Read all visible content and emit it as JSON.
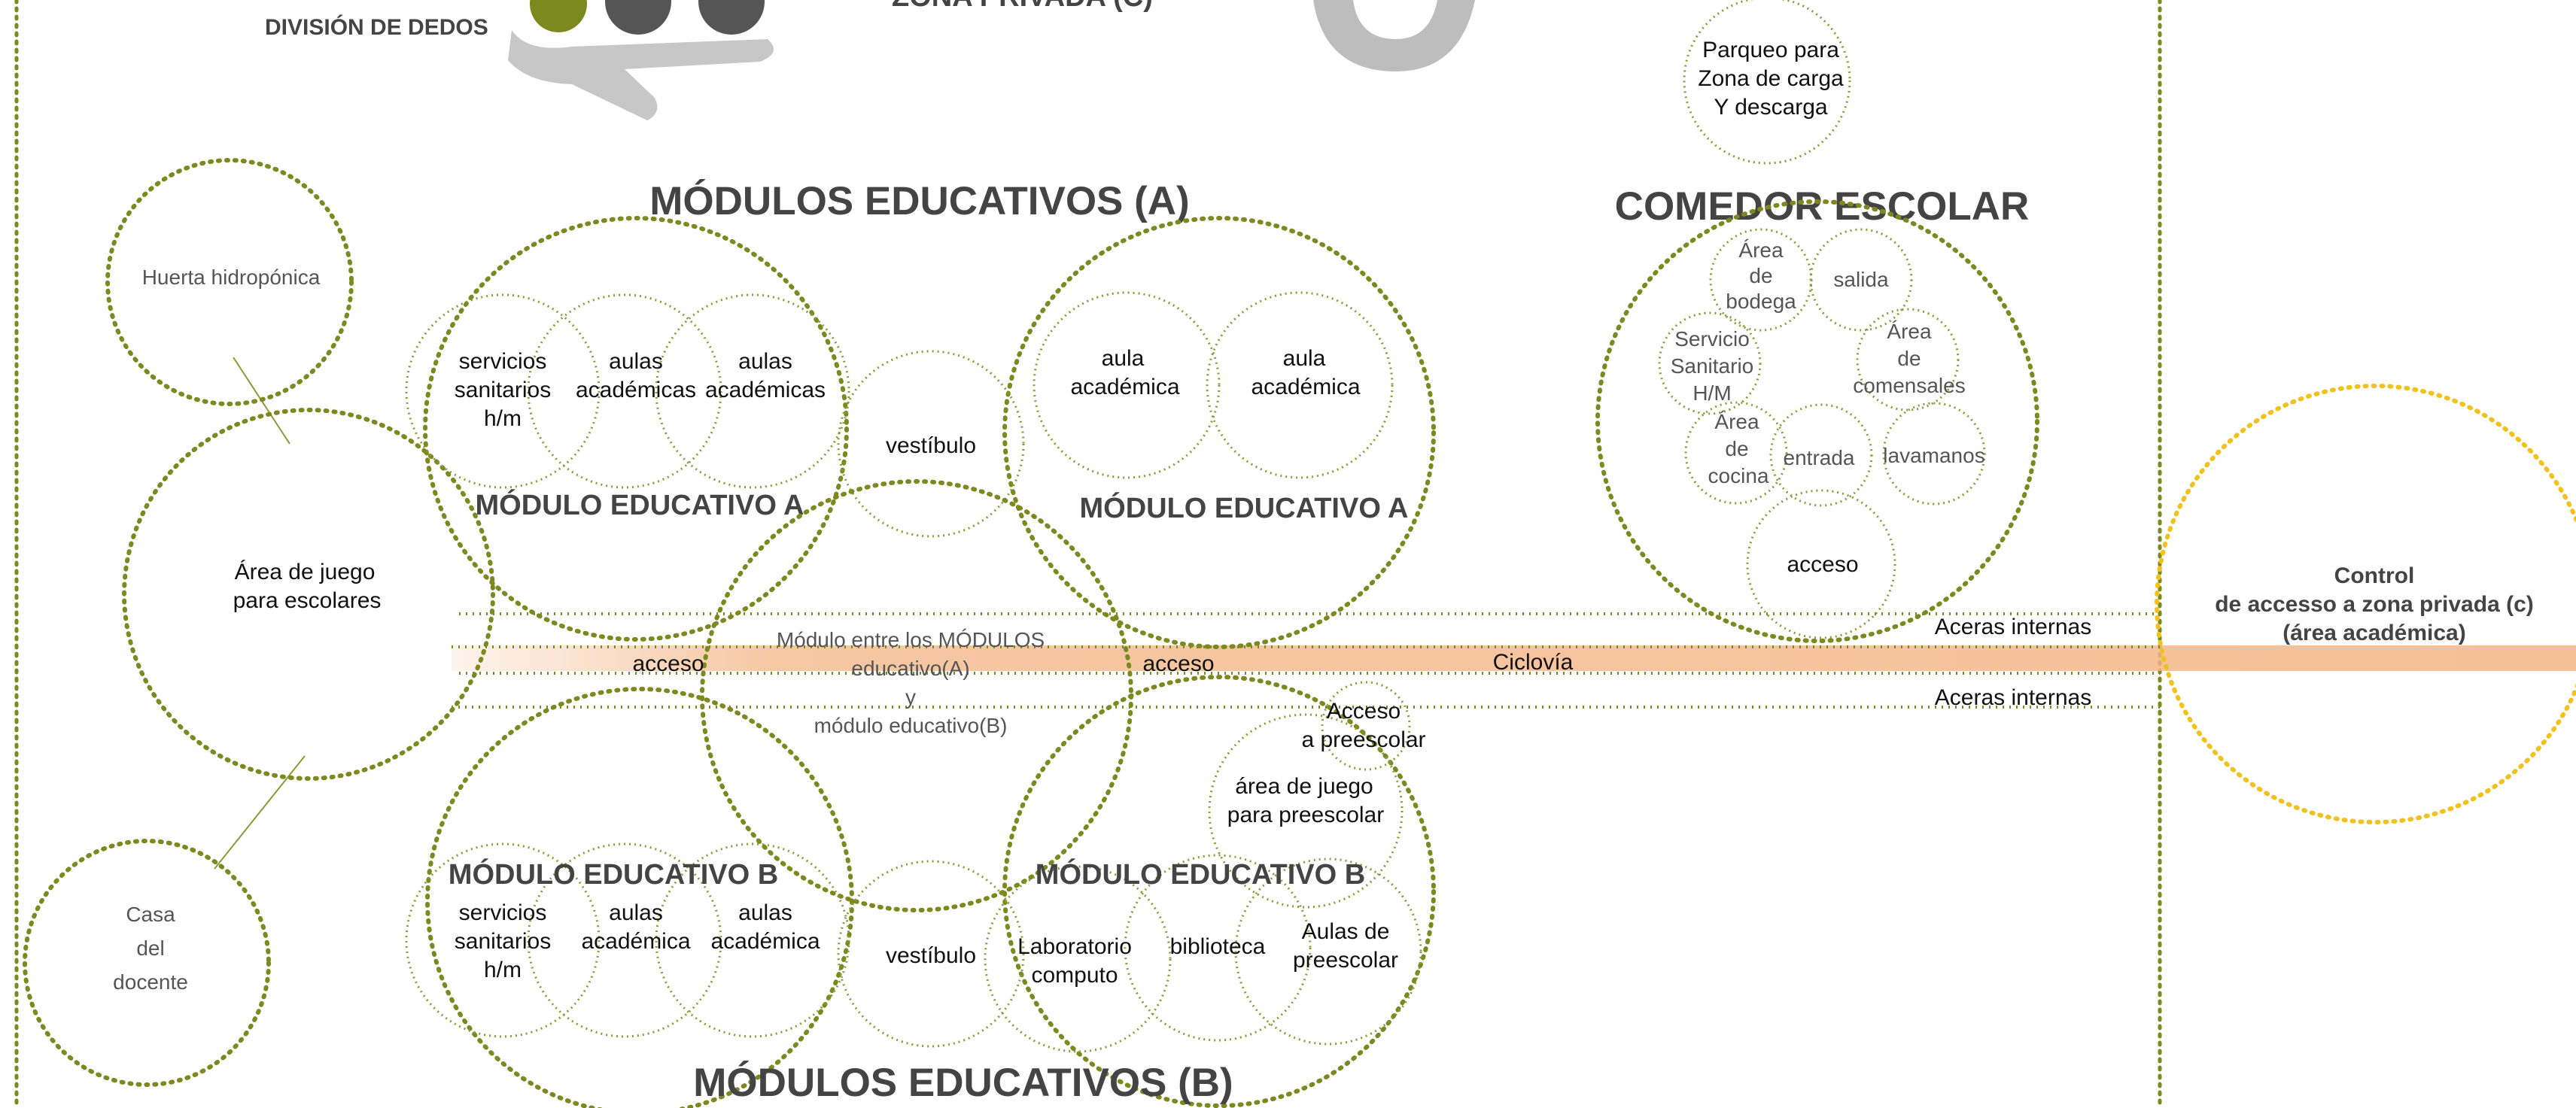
{
  "colors": {
    "olive": "#7a8a1e",
    "olive_light": "#8c9a3a",
    "yellow": "#f2c21c",
    "orange_band": "#f3b585",
    "gray": "#555555",
    "hand_gray": "#c7c7c7"
  },
  "top": {
    "legend_label": "DIVISIÓN DE DEDOS",
    "zone_label_cut": "ZONA PRIVADA (C)"
  },
  "sections": {
    "modulos_a": "MÓDULOS EDUCATIVOS (A)",
    "modulos_b": "MÓDULOS EDUCATIVOS (B)",
    "comedor": "COMEDOR ESCOLAR"
  },
  "left": {
    "huerta": "Huerta hidropónica",
    "juego_l1": "Área de juego",
    "juego_l2": "para escolares",
    "casa_l1": "Casa",
    "casa_l2": "del",
    "casa_l3": "docente"
  },
  "module_a": {
    "servicios_l1": "servicios",
    "servicios_l2": "sanitarios",
    "servicios_l3": "h/m",
    "aulas1_l1": "aulas",
    "aulas1_l2": "académicas",
    "aulas2_l1": "aulas",
    "aulas2_l2": "académicas",
    "vestibulo": "vestíbulo",
    "aula1_l1": "aula",
    "aula1_l2": "académica",
    "aula2_l1": "aula",
    "aula2_l2": "académica",
    "modulo_label_left": "MÓDULO EDUCATIVO A",
    "modulo_label_right": "MÓDULO EDUCATIVO A"
  },
  "center": {
    "acceso_left": "acceso",
    "acceso_right": "acceso",
    "entre_l1": "Módulo entre los MÓDULOS",
    "entre_l2": "educativo(A)",
    "entre_l3": "y",
    "entre_l4": "módulo educativo(B)",
    "ciclovia": "Ciclovía",
    "aceras_top": "Aceras internas",
    "aceras_bottom": "Aceras internas"
  },
  "module_b": {
    "modulo_label_left": "MÓDULO EDUCATIVO B",
    "modulo_label_right": "MÓDULO EDUCATIVO B",
    "servicios_l1": "servicios",
    "servicios_l2": "sanitarios",
    "servicios_l3": "h/m",
    "aulas1_l1": "aulas",
    "aulas1_l2": "académica",
    "aulas2_l1": "aulas",
    "aulas2_l2": "académica",
    "vestibulo": "vestíbulo",
    "lab_l1": "Laboratorio",
    "lab_l2": "computo",
    "biblioteca": "biblioteca",
    "aulas_pre_l1": "Aulas de",
    "aulas_pre_l2": "preescolar",
    "juego_pre_l1": "área de juego",
    "juego_pre_l2": "para preescolar",
    "acceso_pre_l1": "Acceso",
    "acceso_pre_l2": "a preescolar"
  },
  "comedor": {
    "parqueo_l1": "Parqueo para",
    "parqueo_l2": "Zona de carga",
    "parqueo_l3": "Y descarga",
    "bodega_l1": "Área",
    "bodega_l2": "de",
    "bodega_l3": "bodega",
    "salida": "salida",
    "servicio_l1": "Servicio",
    "servicio_l2": "Sanitario",
    "servicio_l3": "H/M",
    "comensales_l1": "Área",
    "comensales_l2": "de",
    "comensales_l3": "comensales",
    "cocina_l1": "Área",
    "cocina_l2": "de",
    "cocina_l3": "cocina",
    "entrada": "entrada",
    "lavamanos": "lavamanos",
    "acceso": "acceso"
  },
  "control": {
    "l1": "Control",
    "l2": "de accesso a zona privada (c)",
    "l3": "(área académica)"
  }
}
